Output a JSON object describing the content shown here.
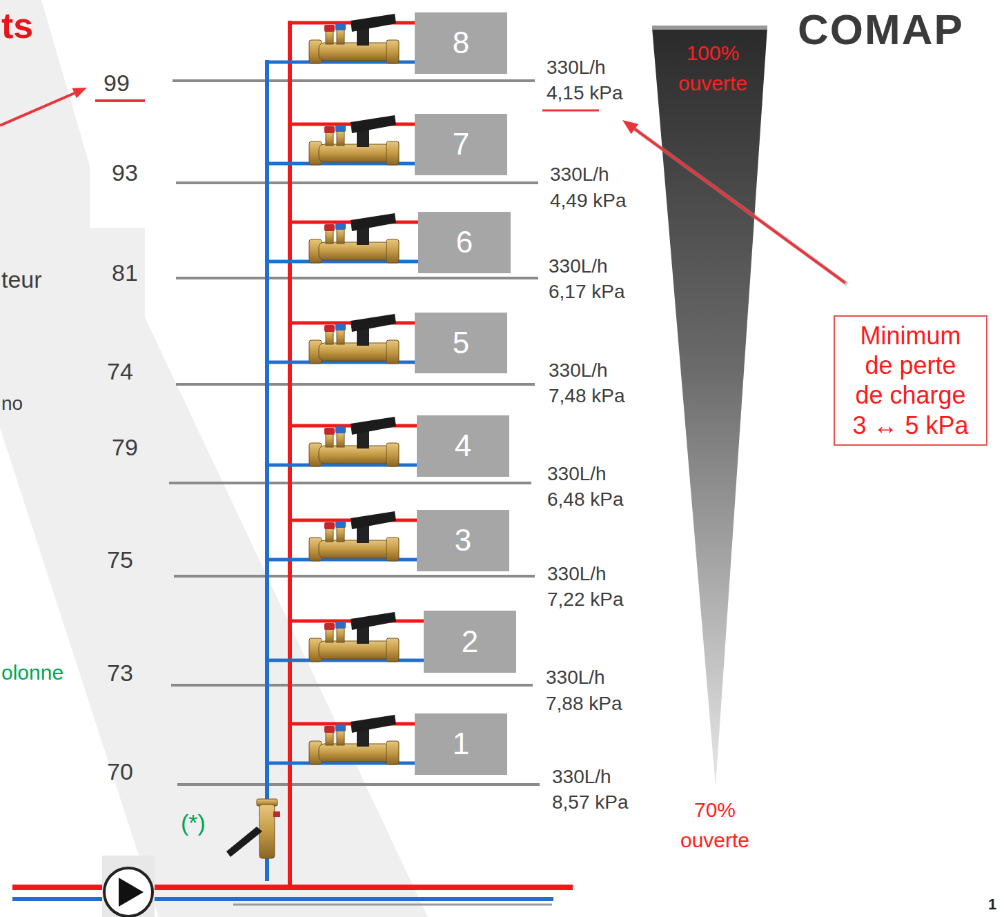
{
  "diagram": {
    "title": "ts",
    "nodes": [
      {
        "text": [
          "8"
        ]
      },
      {
        "text": [
          "7"
        ]
      },
      {
        "text": [
          "6"
        ]
      },
      {
        "text": [
          "5"
        ]
      },
      {
        "text": [
          "4"
        ]
      },
      {
        "text": [
          "3"
        ]
      },
      {
        "text": [
          "2"
        ]
      },
      {
        "text": [
          "1"
        ]
      },
      {
        "text": [
          "Minimum de perte de charge 3 ↔ 5 kPa"
        ]
      }
    ],
    "labels": [
      "99",
      "COMAP",
      "330L/h",
      "4,15 kPa",
      "100% ouverte",
      "93",
      "330L/h",
      "4,49 kPa",
      "81",
      "teur",
      "330L/h",
      "6,17 kPa",
      "74",
      "330L/h",
      "7,48 kPa",
      "no",
      "79",
      "330L/h",
      "6,48 kPa",
      "75",
      "330L/h",
      "7,22 kPa",
      "olonne",
      "73",
      "330L/h",
      "7,88 kPa",
      "70",
      "330L/h",
      "8,57 kPa",
      "(*)",
      "70% ouverte",
      "1"
    ]
  }
}
